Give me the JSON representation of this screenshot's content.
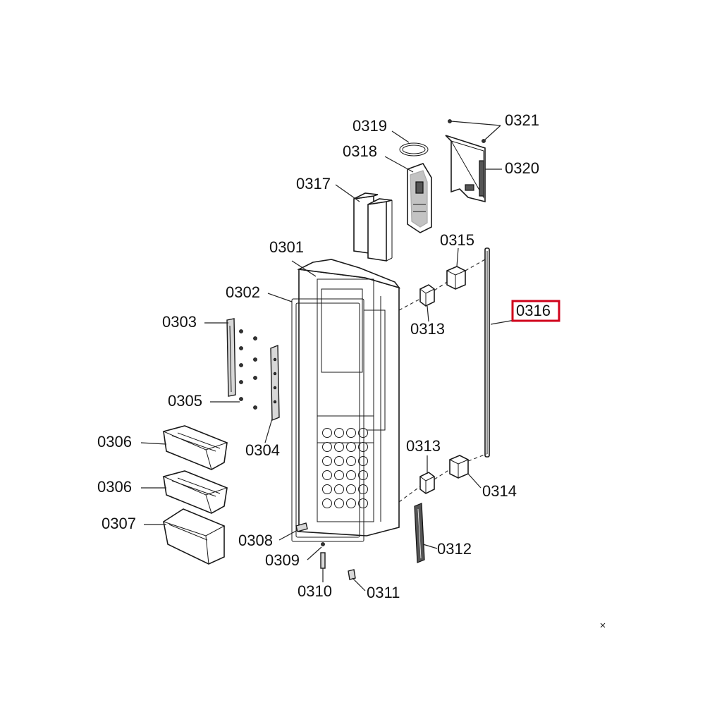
{
  "highlight": {
    "part": "0316",
    "color": "#d0021b"
  },
  "parts": {
    "p0301": "0301",
    "p0302": "0302",
    "p0303": "0303",
    "p0304": "0304",
    "p0305": "0305",
    "p0306a": "0306",
    "p0306b": "0306",
    "p0307": "0307",
    "p0308": "0308",
    "p0309": "0309",
    "p0310": "0310",
    "p0311": "0311",
    "p0312": "0312",
    "p0313a": "0313",
    "p0313b": "0313",
    "p0314": "0314",
    "p0315": "0315",
    "p0316": "0316",
    "p0317": "0317",
    "p0318": "0318",
    "p0319": "0319",
    "p0320": "0320",
    "p0321": "0321"
  }
}
